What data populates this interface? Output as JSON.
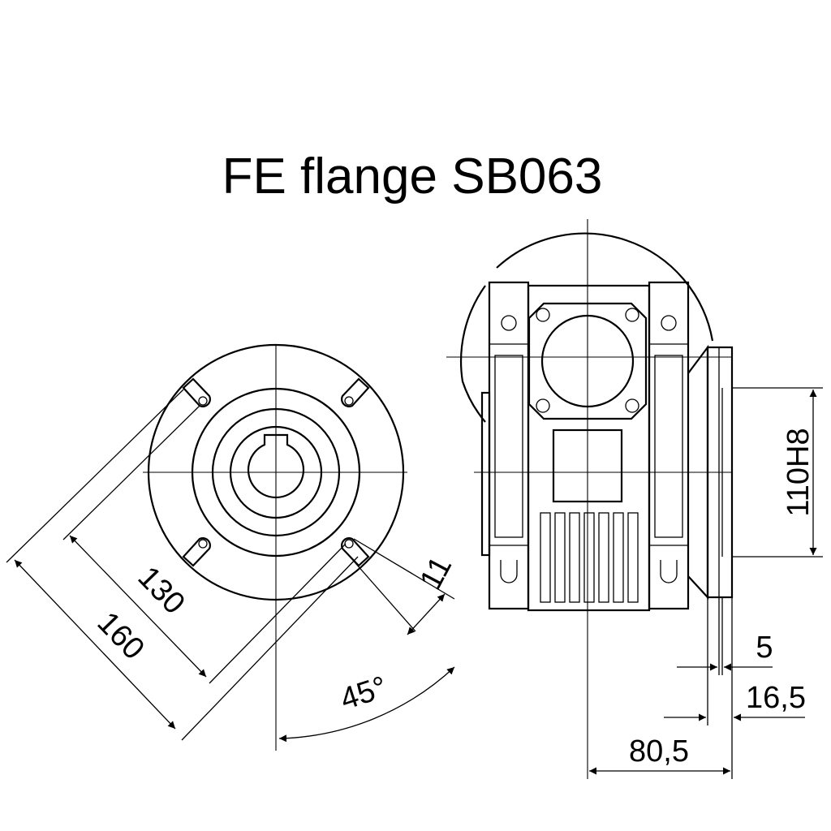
{
  "title": "FE flange SB063",
  "dimensions": {
    "d130": "130",
    "d160": "160",
    "d11": "11",
    "angle": "45°",
    "h110": "110H8",
    "d5": "5",
    "d16_5": "16,5",
    "d80_5": "80,5"
  }
}
